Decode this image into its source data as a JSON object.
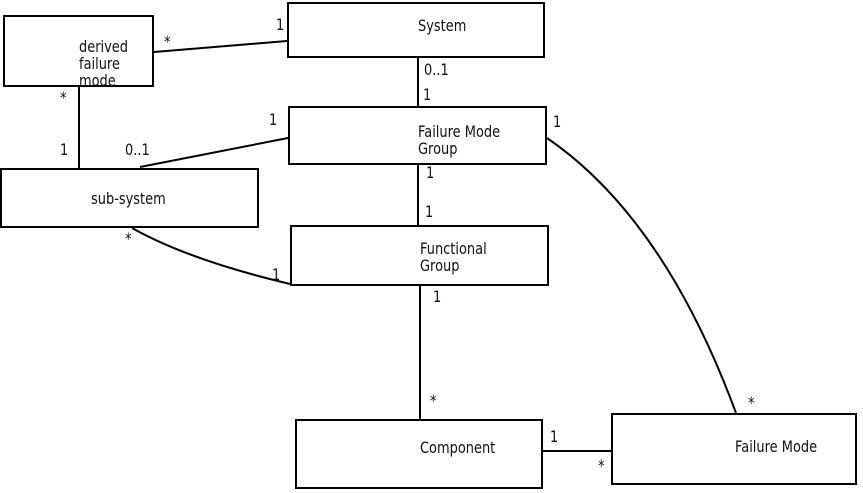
{
  "colors": {
    "stroke": "#000000",
    "background": "#ffffff",
    "text": "#111111"
  },
  "entities": [
    {
      "id": "derived-failure-mode",
      "lines": [
        "derived",
        "failure",
        "mode"
      ]
    },
    {
      "id": "system",
      "lines": [
        "System"
      ]
    },
    {
      "id": "failure-mode-group",
      "lines": [
        "Failure Mode",
        "Group"
      ]
    },
    {
      "id": "sub-system",
      "lines": [
        "sub-system"
      ]
    },
    {
      "id": "functional-group",
      "lines": [
        "Functional",
        "Group"
      ]
    },
    {
      "id": "component",
      "lines": [
        "Component"
      ]
    },
    {
      "id": "failure-mode",
      "lines": [
        "Failure Mode"
      ]
    }
  ],
  "connectors": [
    {
      "from": "derived-failure-mode",
      "to": "system",
      "label_at_from": "*",
      "label_at_to": "1"
    },
    {
      "from": "derived-failure-mode",
      "to": "sub-system",
      "label_at_from": "*",
      "label_at_to": "1"
    },
    {
      "from": "sub-system",
      "to": "failure-mode-group",
      "label_at_from": "0..1",
      "label_at_to": "1"
    },
    {
      "from": "system",
      "to": "failure-mode-group",
      "label_at_from": "0..1",
      "label_at_to": "1"
    },
    {
      "from": "failure-mode-group",
      "to": "functional-group",
      "label_at_from": "1",
      "label_at_to": "1"
    },
    {
      "from": "functional-group",
      "to": "component",
      "label_at_from": "1",
      "label_at_to": "*"
    },
    {
      "from": "sub-system",
      "to": "functional-group",
      "label_at_from": "*",
      "label_at_to": "1"
    },
    {
      "from": "failure-mode-group",
      "to": "failure-mode",
      "label_at_from": "1",
      "label_at_to": "*"
    },
    {
      "from": "component",
      "to": "failure-mode",
      "label_at_from": "1",
      "label_at_to": "*"
    }
  ]
}
